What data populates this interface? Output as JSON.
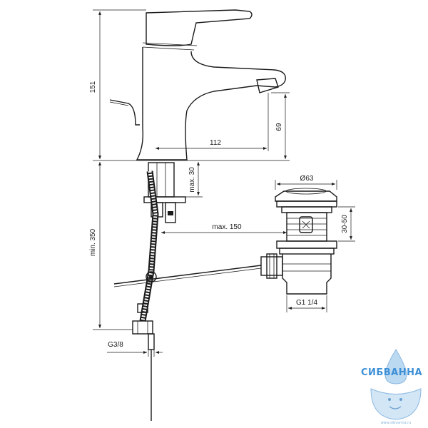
{
  "dimensions": {
    "height_total": "151",
    "spout_height": "69",
    "spout_reach": "112",
    "mount_max": "max. 30",
    "pipe_min": "min. 350",
    "rod_max": "max. 150",
    "waste_diameter": "Ø63",
    "waste_adjust": "30-50",
    "waste_thread": "G1 1/4",
    "hose_thread": "G3/8"
  },
  "watermark": {
    "brand": "СИБВАННА",
    "url": "www.sibvanna.ru"
  },
  "colors": {
    "line": "#1a1a1a",
    "brand": "#3d8fd6"
  }
}
